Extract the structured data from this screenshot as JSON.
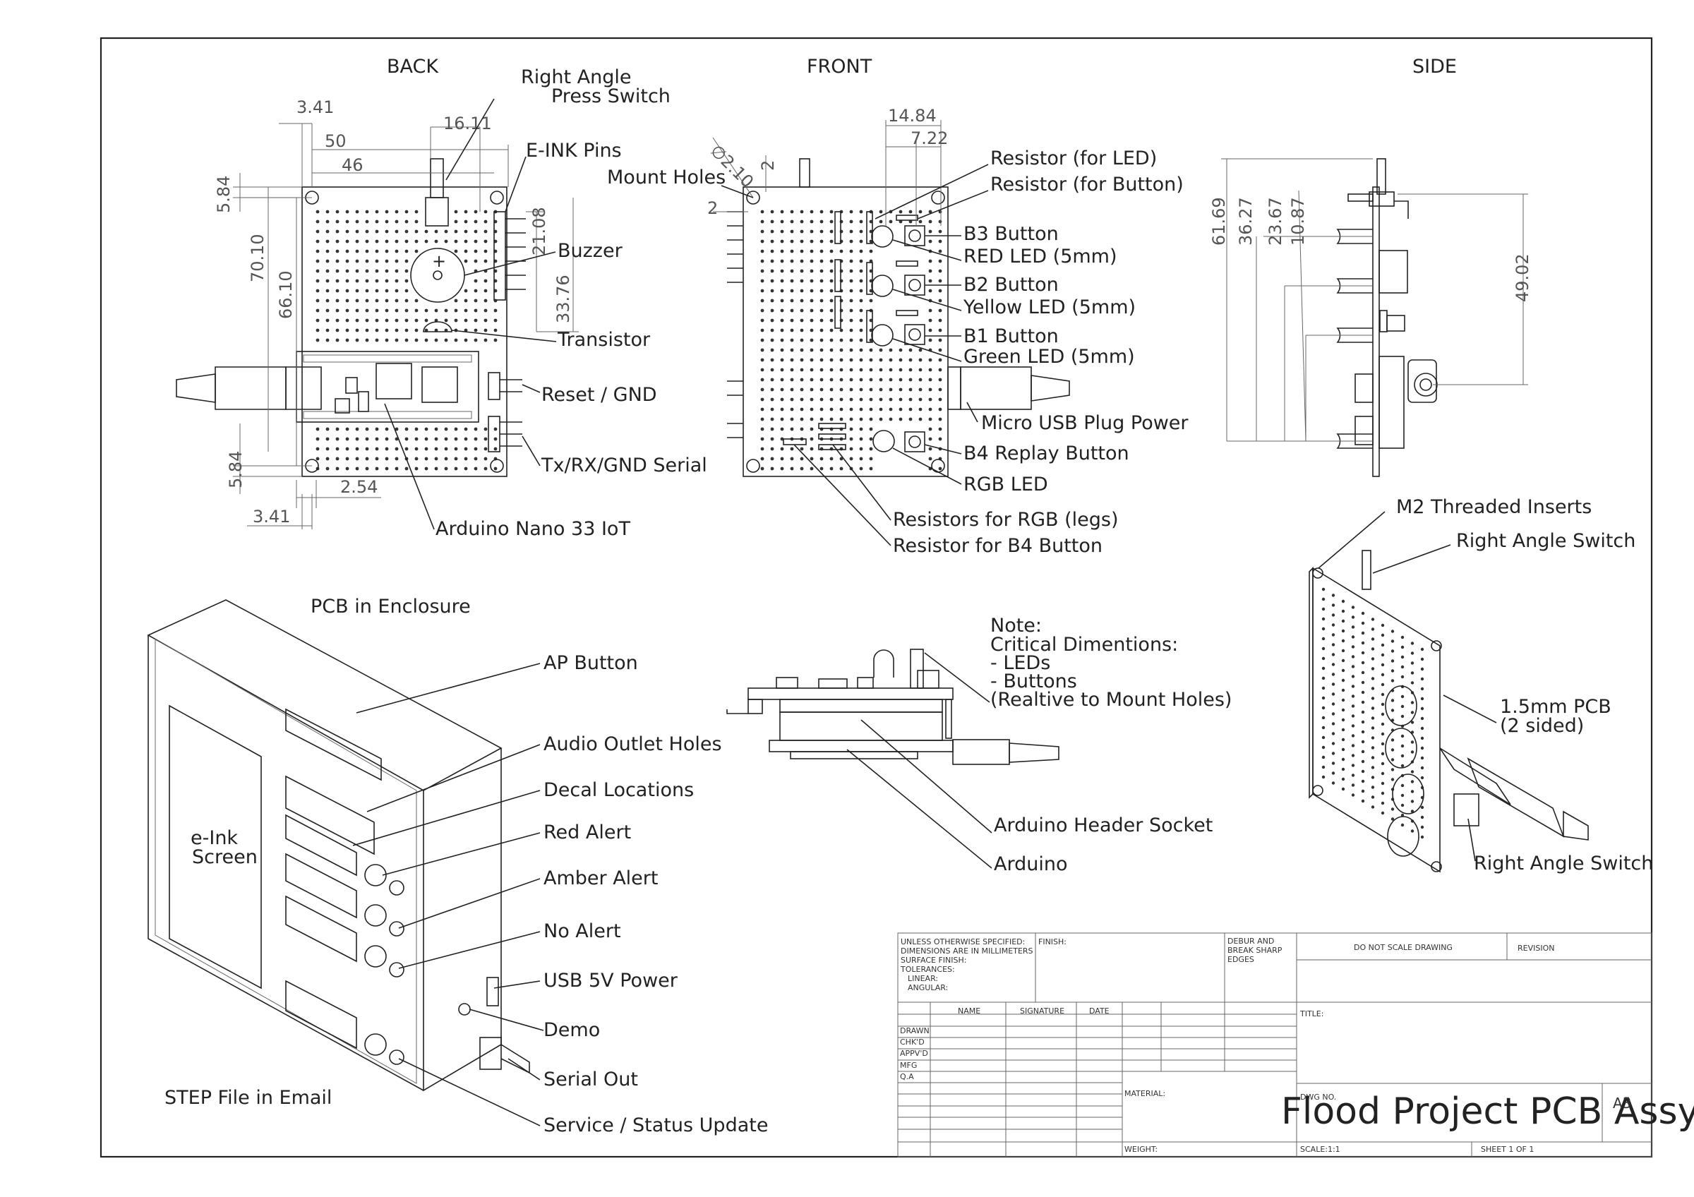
{
  "views": {
    "back": "BACK",
    "front": "FRONT",
    "side": "SIDE",
    "enclosure": "PCB in Enclosure",
    "step_note": "STEP File in Email"
  },
  "back_view": {
    "dims": [
      "3.41",
      "16.11",
      "50",
      "46",
      "5.84",
      "70.10",
      "66.10",
      "21.08",
      "33.76",
      "5.84",
      "2.54",
      "3.41"
    ],
    "labels": [
      "Right Angle",
      "Press Switch",
      "E-INK Pins",
      "Buzzer",
      "Transistor",
      "Reset / GND",
      "Tx/RX/GND Serial",
      "Arduino Nano 33 IoT"
    ]
  },
  "front_view": {
    "dims": [
      "14.84",
      "7.22",
      "∅2.10",
      "2",
      "2"
    ],
    "labels": [
      "Mount Holes",
      "Resistor (for LED)",
      "Resistor (for Button)",
      "B3 Button",
      "RED LED (5mm)",
      "B2 Button",
      "Yellow LED (5mm)",
      "B1 Button",
      "Green LED (5mm)",
      "Micro USB Plug Power",
      "B4 Replay Button",
      "RGB LED",
      "Resistors for RGB (legs)",
      "Resistor for B4 Button"
    ]
  },
  "side_view": {
    "dims": [
      "61.69",
      "36.27",
      "23.67",
      "10.87",
      "49.02"
    ]
  },
  "iso_view": {
    "labels": [
      "M2 Threaded Inserts",
      "Right Angle Switch",
      "1.5mm PCB",
      "(2 sided)",
      "Right Angle Switch"
    ]
  },
  "enclosure_view": {
    "screen_line1": "e-Ink",
    "screen_line2": "Screen",
    "labels": [
      "AP Button",
      "Audio Outlet Holes",
      "Decal Locations",
      "Red Alert",
      "Amber Alert",
      "No Alert",
      "USB 5V Power",
      "Demo",
      "Serial Out",
      "Service / Status Update"
    ]
  },
  "note_view": {
    "note_lines": [
      "Note:",
      "Critical Dimentions:",
      "- LEDs",
      "- Buttons",
      "(Realtive to Mount Holes)"
    ],
    "labels": [
      "Arduino Header Socket",
      "Arduino"
    ]
  },
  "title_block": {
    "spec_lines": [
      "UNLESS OTHERWISE SPECIFIED:",
      "DIMENSIONS ARE IN MILLIMETERS",
      "SURFACE FINISH:",
      "TOLERANCES:",
      "LINEAR:",
      "ANGULAR:"
    ],
    "finish": "FINISH:",
    "debur_lines": [
      "DEBUR AND",
      "BREAK SHARP",
      "EDGES"
    ],
    "do_not_scale": "DO NOT SCALE DRAWING",
    "revision": "REVISION",
    "col_name": "NAME",
    "col_signature": "SIGNATURE",
    "col_date": "DATE",
    "title": "TITLE:",
    "rows": [
      "DRAWN",
      "CHK'D",
      "APPV'D",
      "MFG",
      "Q.A"
    ],
    "material": "MATERIAL:",
    "dwg_no": "DWG NO.",
    "drawing_name": "Flood Project PCB Assy",
    "size": "A3",
    "weight": "WEIGHT:",
    "scale": "SCALE:1:1",
    "sheet": "SHEET 1 OF 1"
  }
}
